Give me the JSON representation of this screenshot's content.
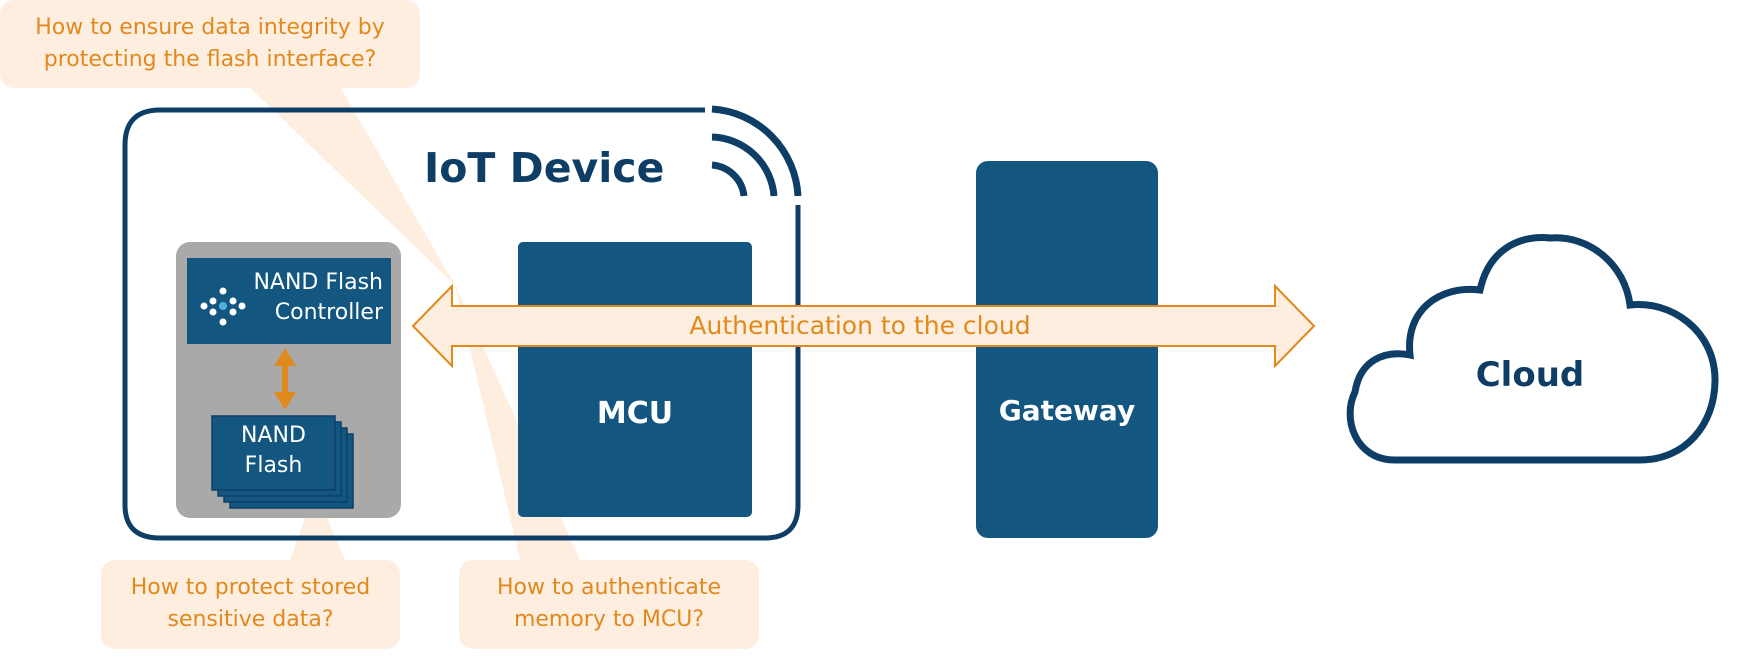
{
  "callouts": {
    "flash_interface": {
      "line1": "How to ensure data integrity by",
      "line2": "protecting the flash interface?"
    },
    "stored_data": {
      "line1": "How to protect stored",
      "line2": "sensitive data?"
    },
    "authenticate_memory": {
      "line1": "How to authenticate",
      "line2": "memory to MCU?"
    }
  },
  "iot_device": {
    "title": "IoT Device"
  },
  "nand_controller": {
    "line1": "NAND Flash",
    "line2": "Controller"
  },
  "nand_flash": {
    "line1": "NAND",
    "line2": "Flash"
  },
  "mcu": {
    "label": "MCU"
  },
  "gateway": {
    "label": "Gateway"
  },
  "cloud": {
    "label": "Cloud"
  },
  "auth_arrow": {
    "label": "Authentication to the cloud"
  },
  "colors": {
    "navy": "#13567f",
    "dark_navy": "#0e3e66",
    "orange": "#e08a1e",
    "callout_bg": "#fdeedf",
    "gray": "#a9a9a9"
  }
}
